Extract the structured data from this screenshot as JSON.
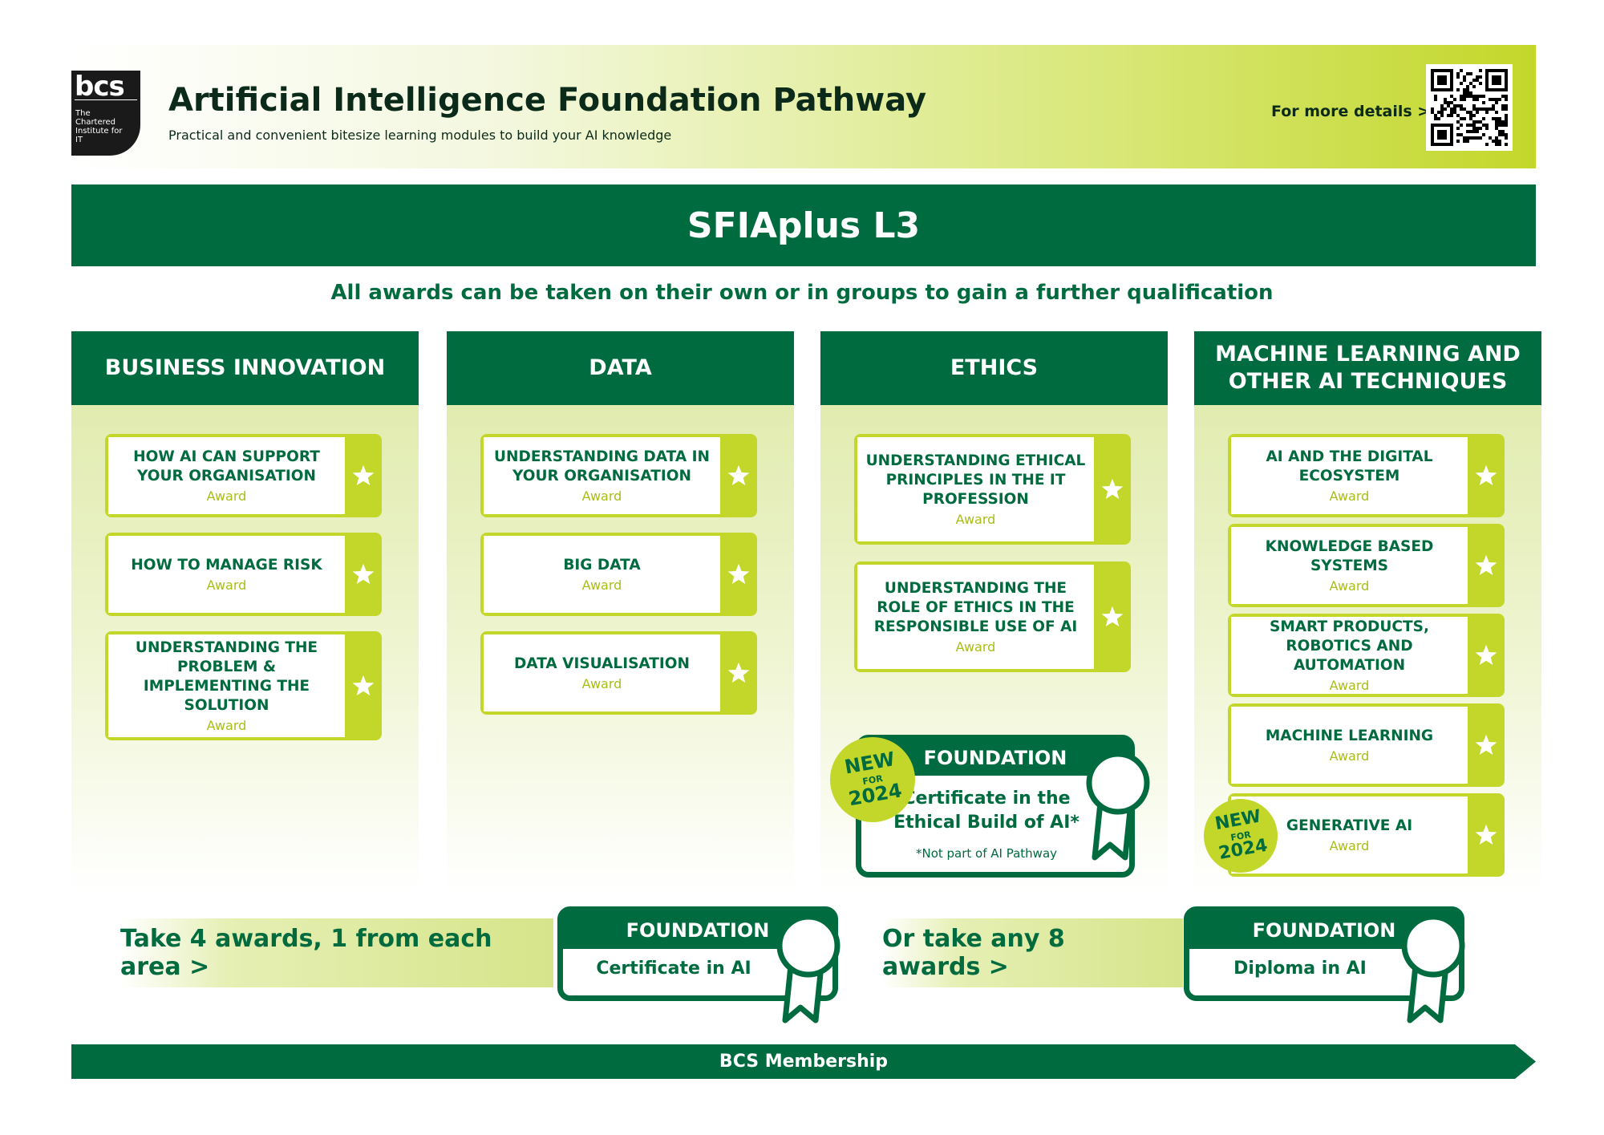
{
  "header": {
    "logo_text": "bcs",
    "logo_sub": "The Chartered Institute for IT",
    "title": "Artificial Intelligence Foundation Pathway",
    "subtitle": "Practical and convenient bitesize learning modules to build your AI knowledge",
    "details_link": "For more details >"
  },
  "level": "SFIAplus L3",
  "tagline": "All awards can be taken on their own or in groups to gain a further qualification",
  "award_label": "Award",
  "columns": [
    {
      "title": "BUSINESS INNOVATION",
      "awards": [
        {
          "name": "HOW AI CAN SUPPORT YOUR ORGANISATION"
        },
        {
          "name": "HOW TO MANAGE RISK"
        },
        {
          "name": "UNDERSTANDING THE PROBLEM & IMPLEMENTING THE SOLUTION"
        }
      ]
    },
    {
      "title": "DATA",
      "awards": [
        {
          "name": "UNDERSTANDING DATA IN YOUR ORGANISATION"
        },
        {
          "name": "BIG DATA"
        },
        {
          "name": "DATA VISUALISATION"
        }
      ]
    },
    {
      "title": "ETHICS",
      "awards": [
        {
          "name": "UNDERSTANDING ETHICAL PRINCIPLES IN THE IT PROFESSION"
        },
        {
          "name": "UNDERSTANDING THE ROLE OF ETHICS IN THE RESPONSIBLE USE OF AI"
        }
      ]
    },
    {
      "title": "MACHINE LEARNING AND OTHER AI TECHNIQUES",
      "awards": [
        {
          "name": "AI AND THE DIGITAL ECOSYSTEM"
        },
        {
          "name": "KNOWLEDGE BASED SYSTEMS"
        },
        {
          "name": "SMART PRODUCTS, ROBOTICS AND AUTOMATION"
        },
        {
          "name": "MACHINE LEARNING"
        },
        {
          "name": "GENERATIVE AI"
        }
      ]
    }
  ],
  "new_badge": {
    "line1": "NEW",
    "line2": "FOR",
    "line3": "2024"
  },
  "ethics_foundation": {
    "heading": "FOUNDATION",
    "name": "Certificate in the Ethical Build of AI*",
    "note": "*Not part of AI Pathway"
  },
  "pathways": [
    {
      "instruction": "Take 4 awards, 1 from each area >",
      "heading": "FOUNDATION",
      "qualification": "Certificate in AI"
    },
    {
      "instruction": "Or take any 8 awards >",
      "heading": "FOUNDATION",
      "qualification": "Diploma in AI"
    }
  ],
  "membership": "BCS Membership",
  "colors": {
    "dark_green": "#006b3f",
    "lime": "#c3d72a",
    "pale_lime": "#eef4cf"
  }
}
